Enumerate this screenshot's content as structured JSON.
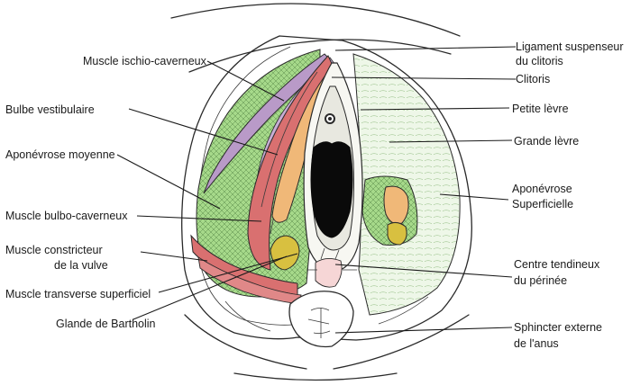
{
  "labels_left": {
    "ischio": "Muscle ischio-caverneux",
    "bulbe": "Bulbe vestibulaire",
    "apo_moy": "Aponévrose moyenne",
    "bulbo": "Muscle bulbo-caverneux",
    "constricteur_1": "Muscle constricteur",
    "constricteur_2": "de la vulve",
    "transverse": "Muscle transverse superficiel",
    "bartholin": "Glande de Bartholin"
  },
  "labels_right": {
    "ligament_1": "Ligament suspenseur",
    "ligament_2": "du clitoris",
    "clitoris": "Clitoris",
    "petite": "Petite lèvre",
    "grande": "Grande lèvre",
    "apo_sup_1": "Aponévrose",
    "apo_sup_2": "Superficielle",
    "centre_1": "Centre tendineux",
    "centre_2": "du périnée",
    "sphincter_1": "Sphincter externe",
    "sphincter_2": "de l'anus"
  },
  "colors": {
    "muscle_red": "#d97070",
    "muscle_purple": "#b99ac8",
    "bulb_orange": "#f0b878",
    "gland_yellow": "#d8c040",
    "aponeurosis_green": "#a6d98a",
    "superficial_green": "#e4f3dc",
    "skin_outline": "#2a2a2a"
  }
}
